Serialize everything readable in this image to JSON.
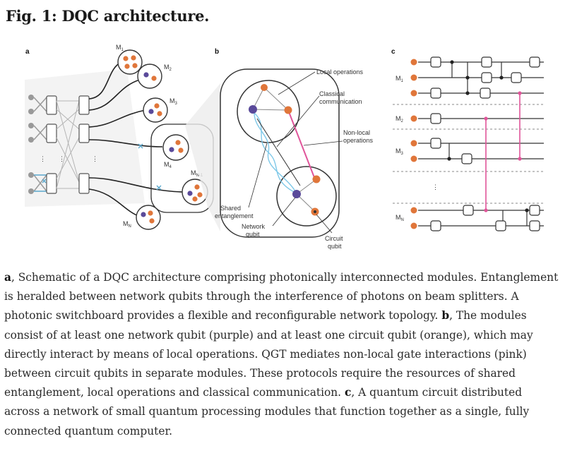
{
  "figure": {
    "title": "Fig. 1: DQC architecture.",
    "panels": {
      "a": "a",
      "b": "b",
      "c": "c"
    },
    "panel_a": {
      "modules": [
        "M1",
        "M2",
        "M3",
        "M4",
        "MN-1",
        "MN"
      ],
      "module_base": "M",
      "module_subs": [
        "1",
        "2",
        "3",
        "4",
        "N-1",
        "N"
      ],
      "dots": "⋮"
    },
    "panel_b": {
      "labels": {
        "local_operations": "Local operations",
        "classical_1": "Classical",
        "classical_2": "communication",
        "nonlocal_1": "Non-local",
        "nonlocal_2": "operations",
        "shared_1": "Shared",
        "shared_2": "entanglement",
        "network_1": "Network",
        "network_2": "qubit",
        "circuit_1": "Circuit",
        "circuit_2": "qubit"
      }
    },
    "panel_c": {
      "module_base": "M",
      "module_subs": [
        "1",
        "2",
        "3",
        "N"
      ],
      "dots": "⋮"
    },
    "colors": {
      "network_qubit": "#5a4a9a",
      "circuit_qubit": "#e0763a",
      "nonlocal": "#e0559a",
      "entanglement": "#7ec8e8"
    }
  },
  "caption": {
    "a_label": "a",
    "a_text": ", Schematic of a DQC architecture comprising photonically interconnected modules. Entanglement is heralded between network qubits through the interference of photons on beam splitters. A photonic switchboard provides a flexible and reconfigurable network topology.",
    "b_label": "b",
    "b_text": ", The modules consist of at least one network qubit (purple) and at least one circuit qubit (orange), which may directly interact by means of local operations. QGT mediates non-local gate interactions (pink) between circuit qubits in separate modules. These protocols require the resources of shared entanglement, local operations and classical communication.",
    "c_label": "c",
    "c_text": ", A quantum circuit distributed across a network of small quantum processing modules that function together as a single, fully connected quantum computer."
  }
}
